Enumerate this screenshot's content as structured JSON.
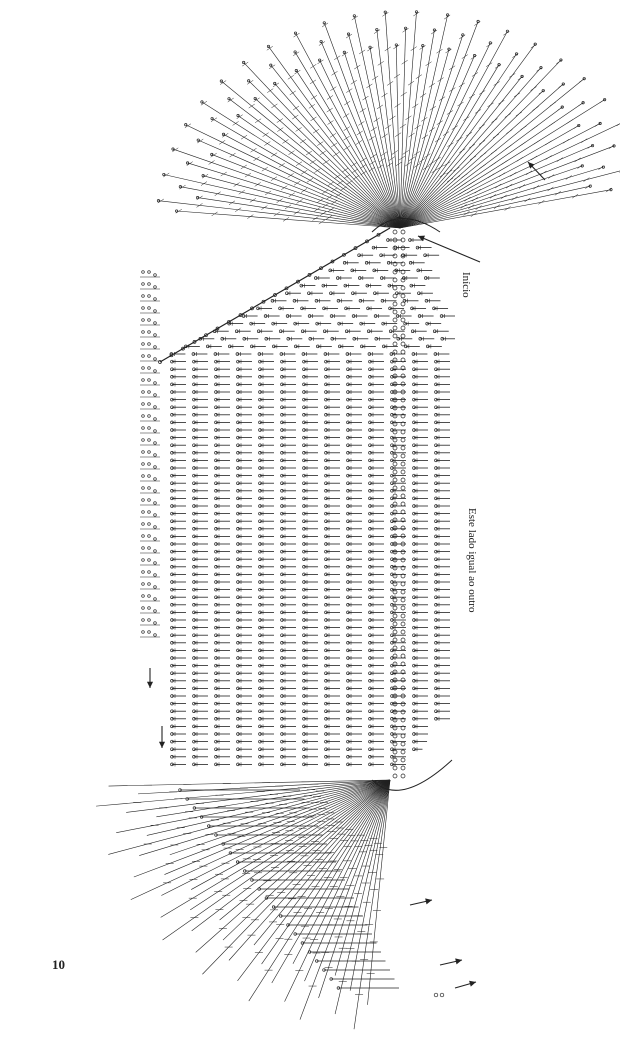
{
  "labels": {
    "start": "Início",
    "side_note": "Este lado igual ao outro",
    "page_number": "10"
  },
  "icons": [
    "direction-arrow-icon",
    "chain-dot-icon",
    "stitch-post-icon"
  ],
  "colors": {
    "ink": "#222222",
    "paper": "#ffffff"
  }
}
